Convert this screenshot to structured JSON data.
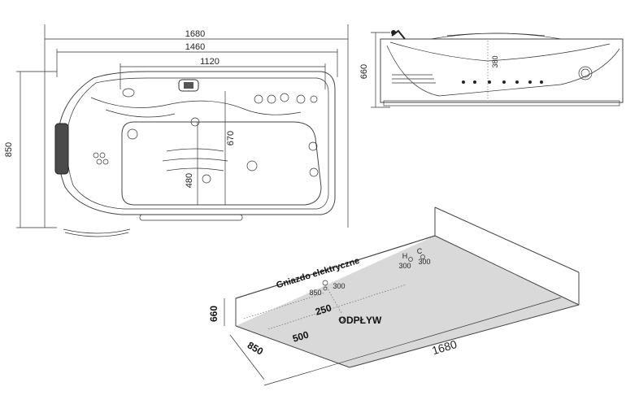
{
  "top_view": {
    "dim_total_width": "1680",
    "dim_inner_width": "1460",
    "dim_basin_width": "1120",
    "dim_depth": "850",
    "dim_basin_len": "670",
    "dim_basin_half": "480"
  },
  "front_view": {
    "dim_height": "660",
    "dim_inner": "380"
  },
  "installation": {
    "socket_label": "Gniazdo elektryczne",
    "socket_x": "850",
    "socket_h": "300",
    "water_h_label": "H",
    "water_c_label": "C",
    "water_h_height": "300",
    "water_c_height": "300",
    "height_label": "660",
    "drain_offset": "250",
    "drain_label": "ODPŁYW",
    "drain_distance": "500",
    "depth_label": "850",
    "length_label": "1680"
  }
}
